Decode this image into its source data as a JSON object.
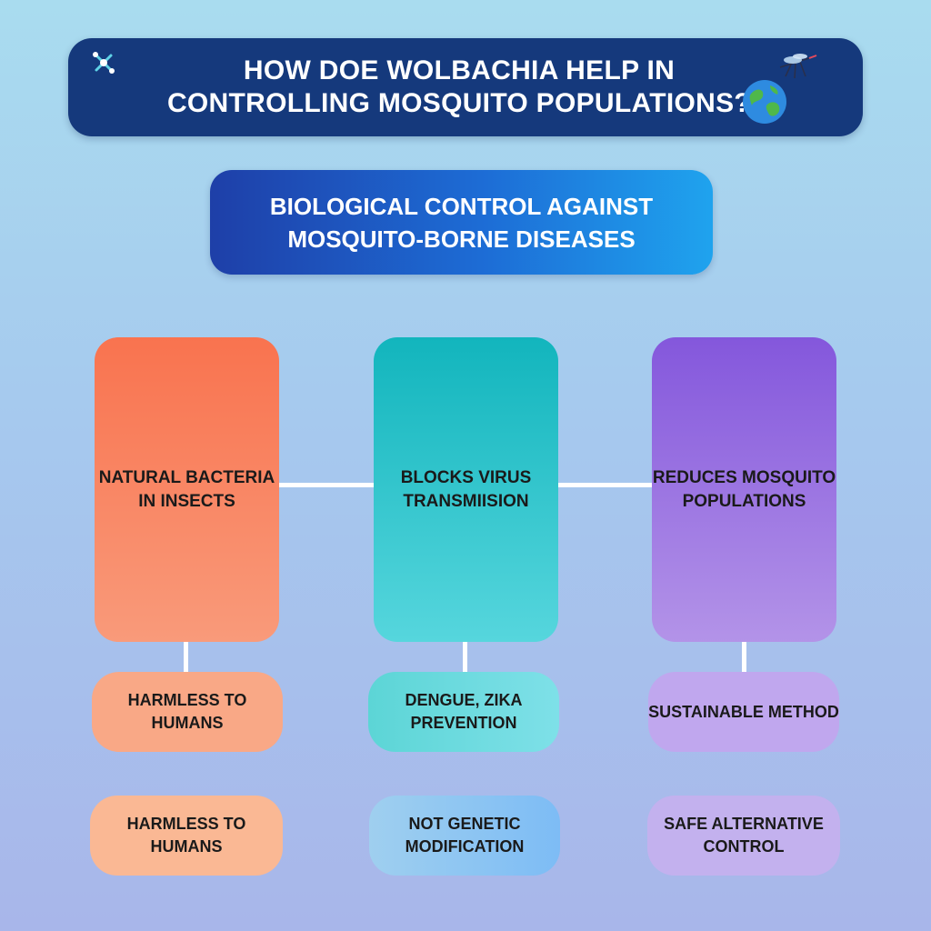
{
  "header": {
    "title_line1": "HOW DOE  WOLBACHIA HELP IN",
    "title_line2": "CONTROLLING MOSQUITO POPULATIONS?",
    "icons": [
      "bacteria-icon",
      "mosquito-icon",
      "globe-icon"
    ]
  },
  "subtitle": {
    "line1": "BIOLOGICAL CONTROL AGAINST",
    "line2": "MOSQUITO-BORNE DISEASES"
  },
  "columns": [
    {
      "main": "NATURAL BACTERIA IN INSECTS",
      "benefits": [
        "HARMLESS TO HUMANS",
        "HARMLESS TO HUMANS"
      ],
      "color": "#f9734f"
    },
    {
      "main": "BLOCKS VIRUS TRANSMIISION",
      "benefits": [
        "DENGUE, ZIKA PREVENTION",
        "NOT GENETIC MODIFICATION"
      ],
      "color": "#12b5bd"
    },
    {
      "main": "REDUCES MOSQUITO POPULATIONS",
      "benefits": [
        "SUSTAINABLE METHOD",
        "SAFE ALTERNATIVE CONTROL"
      ],
      "color": "#8457dc"
    }
  ],
  "colors": {
    "header_bg": "#15397c",
    "subtitle_gradient": [
      "#1e3fa8",
      "#1fa3ee"
    ],
    "connector": "#ffffff"
  }
}
